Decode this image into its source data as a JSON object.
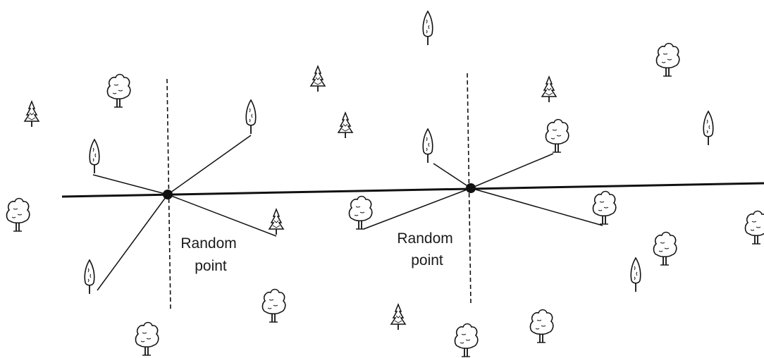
{
  "labels": {
    "point1": [
      "Random",
      "point"
    ],
    "point2": [
      "Random",
      "point"
    ]
  },
  "colors": {
    "ink": "#111111",
    "paper": "#ffffff"
  },
  "icons": [
    "cypress-tree-icon",
    "broadleaf-tree-icon",
    "conifer-tree-icon"
  ]
}
